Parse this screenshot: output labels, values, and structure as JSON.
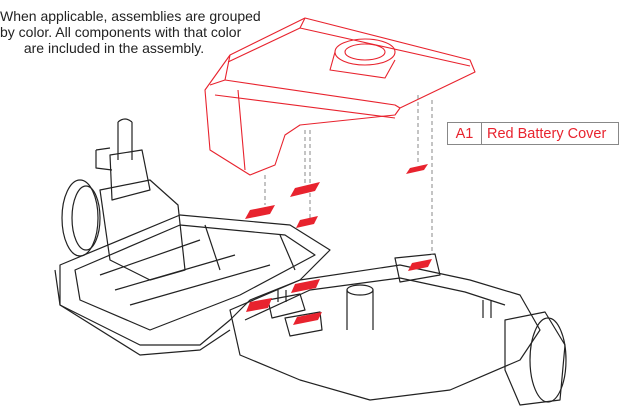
{
  "note": {
    "lines": [
      "When applicable, assemblies are grouped",
      "by color. All components with that color",
      "are included in the assembly."
    ]
  },
  "legend": {
    "code": "A1",
    "name": "Red Battery Cover",
    "color": "#e8232e"
  }
}
